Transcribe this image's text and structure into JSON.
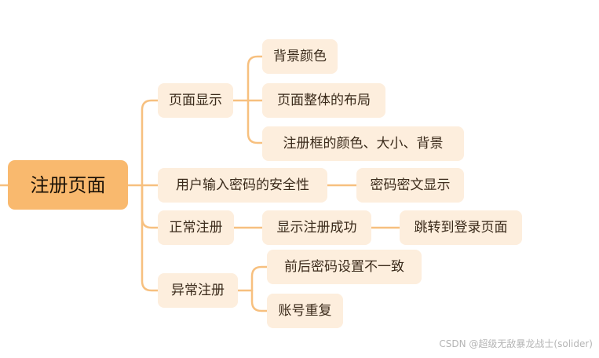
{
  "mindmap": {
    "root": "注册页面",
    "branches": [
      {
        "label": "页面显示",
        "children": [
          {
            "label": "背景颜色"
          },
          {
            "label": "页面整体的布局"
          },
          {
            "label": "注册框的颜色、大小、背景"
          }
        ]
      },
      {
        "label": "用户输入密码的安全性",
        "children": [
          {
            "label": "密码密文显示"
          }
        ]
      },
      {
        "label": "正常注册",
        "children": [
          {
            "label": "显示注册成功",
            "children": [
              {
                "label": "跳转到登录页面"
              }
            ]
          }
        ]
      },
      {
        "label": "异常注册",
        "children": [
          {
            "label": "前后密码设置不一致"
          },
          {
            "label": "账号重复"
          }
        ]
      }
    ]
  },
  "watermark": "CSDN @超级无敌暴龙战士(solider)",
  "colors": {
    "root_fill": "#f9b96e",
    "node_fill": "#fdeedd",
    "connector": "#f7c07f"
  }
}
